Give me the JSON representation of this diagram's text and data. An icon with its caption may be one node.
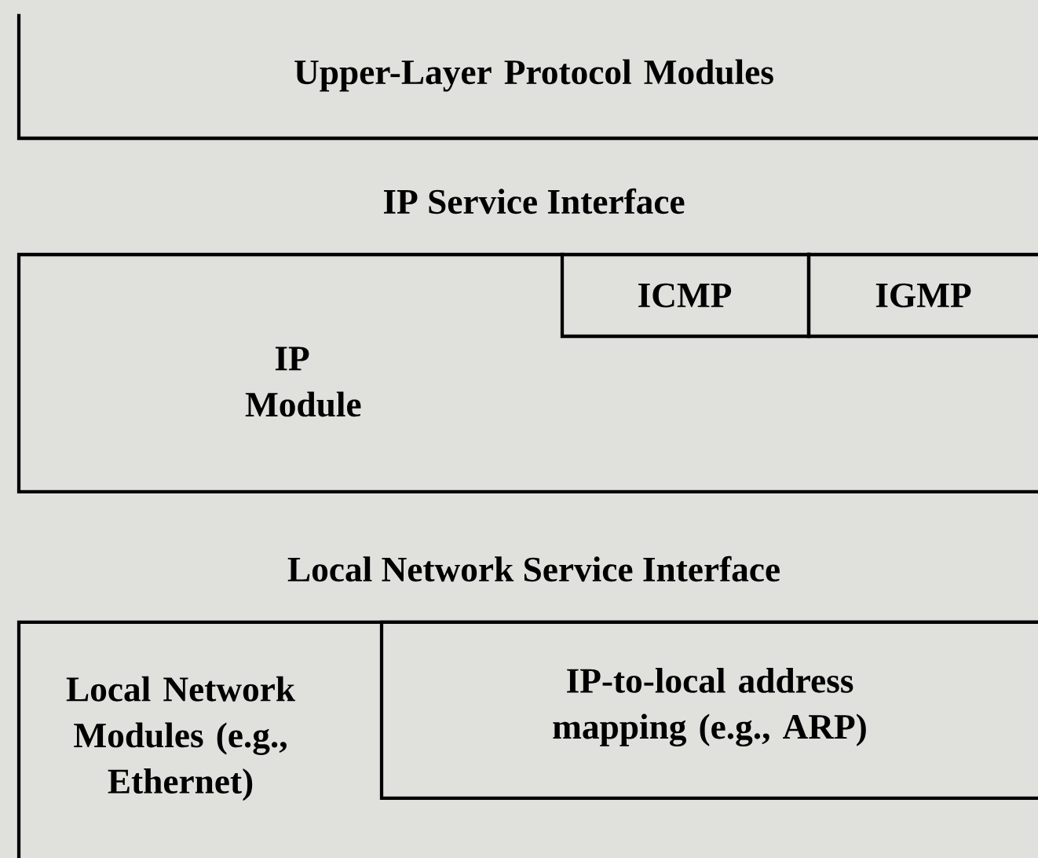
{
  "diagram": {
    "nodes": [
      {
        "text": [
          "Upper-Layer Protocol Modules"
        ]
      },
      {
        "text": [
          "IP Module"
        ]
      },
      {
        "text": [
          "ICMP"
        ],
        "in": 1
      },
      {
        "text": [
          "IGMP"
        ],
        "in": 1
      },
      {
        "text": [
          "Local Network Modules (e.g., Ethernet)"
        ]
      },
      {
        "text": [
          "IP-to-local address mapping (e.g., ARP)"
        ],
        "in": 4
      }
    ],
    "labels": [
      "IP Service Interface",
      "Local Network Service Interface"
    ]
  }
}
